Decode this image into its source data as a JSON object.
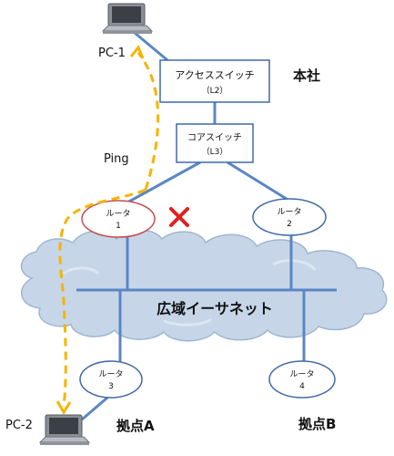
{
  "colors": {
    "link": "#5b86c4",
    "box_border": "#3f6aa8",
    "router_border": "#3f6aa8",
    "router_failed_border": "#c0504d",
    "fail_mark": "#e02020",
    "ping_path": "#f5b400",
    "cloud_fill": "#c6d6e8",
    "cloud_edge": "#9fb6d0",
    "text": "#111111"
  },
  "labels": {
    "pc1": "PC-1",
    "pc2": "PC-2",
    "ping": "Ping",
    "access_switch_line1": "アクセススイッチ",
    "access_switch_line2": "（L2）",
    "core_switch_line1": "コアスイッチ",
    "core_switch_line2": "（L3）",
    "hq": "本社",
    "wan": "広域イーサネット",
    "site_a": "拠点A",
    "site_b": "拠点B",
    "router1_name": "ルータ",
    "router1_num": "1",
    "router2_name": "ルータ",
    "router2_num": "2",
    "router3_name": "ルータ",
    "router3_num": "3",
    "router4_name": "ルータ",
    "router4_num": "4"
  },
  "status": {
    "router1": "failed"
  },
  "icons": {
    "pc": "laptop-icon",
    "failure": "cross-mark-icon"
  }
}
